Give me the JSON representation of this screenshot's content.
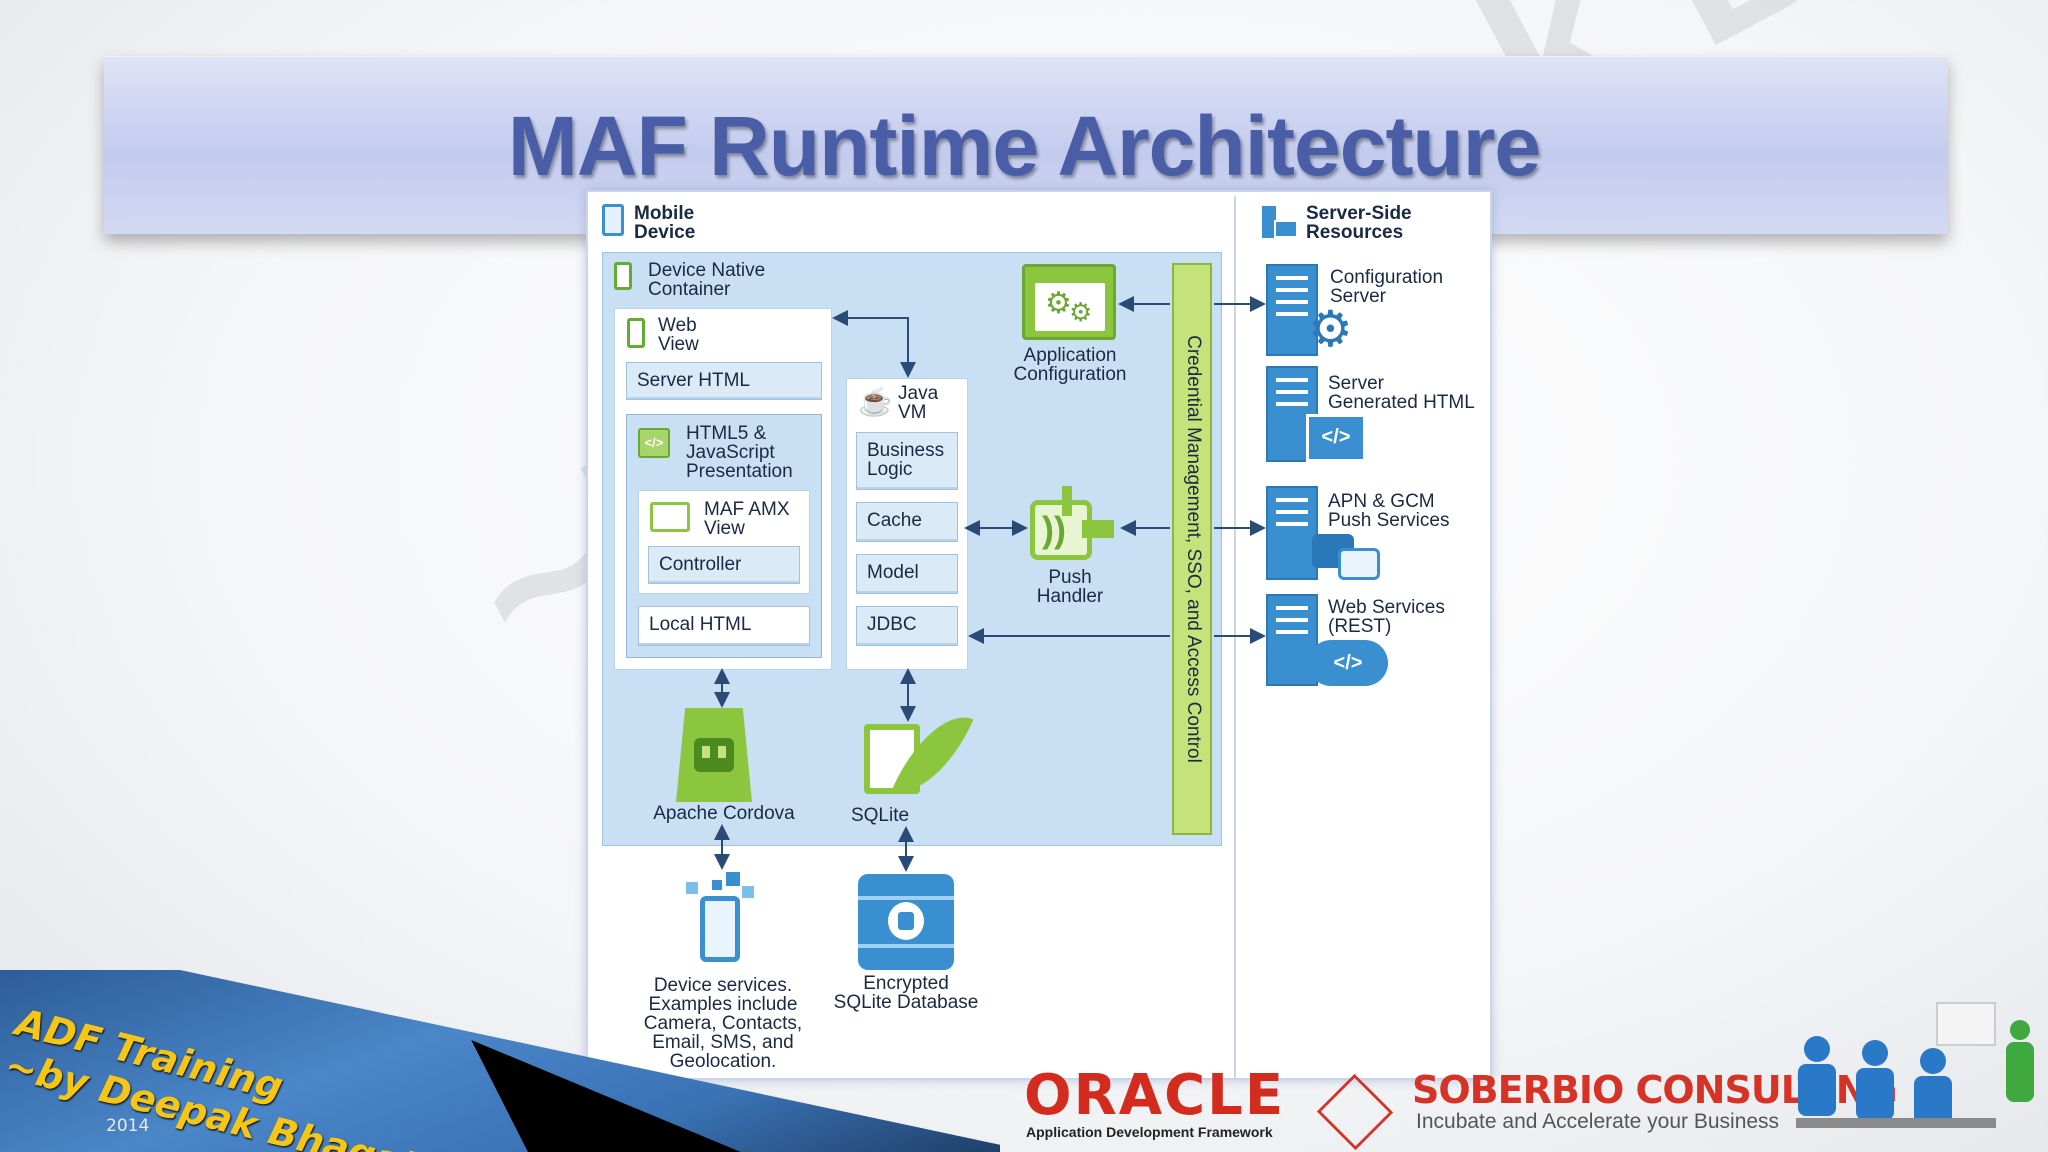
{
  "slide": {
    "title": "MAF Runtime Architecture",
    "watermark": "~by Deepak Bhagat"
  },
  "diagram": {
    "mobile_device": "Mobile\nDevice",
    "server_side": "Server-Side\nResources",
    "native_container": "Device Native\nContainer",
    "web_view": "Web\nView",
    "server_html": "Server HTML",
    "html5": "HTML5 &\nJavaScript\nPresentation",
    "maf_amx": "MAF AMX\nView",
    "controller": "Controller",
    "local_html": "Local HTML",
    "java_vm": "Java\nVM",
    "business_logic": "Business\nLogic",
    "cache": "Cache",
    "model": "Model",
    "jdbc": "JDBC",
    "app_config": "Application\nConfiguration",
    "push_handler": "Push\nHandler",
    "credential": "Credential Management, SSO, and Access Control",
    "apache_cordova": "Apache Cordova",
    "sqlite": "SQLite",
    "device_services": "Device services.\nExamples include\nCamera, Contacts,\nEmail, SMS, and\nGeolocation.",
    "encrypted_db": "Encrypted\nSQLite Database",
    "config_server": "Configuration\nServer",
    "server_gen_html": "Server\nGenerated HTML",
    "apn_gcm": "APN & GCM\nPush Services",
    "web_services": "Web Services\n(REST)"
  },
  "footer": {
    "training": "ADF Training\n~by Deepak Bhagat",
    "year": "2014",
    "oracle": "ORACLE",
    "oracle_sub": "Application Development Framework",
    "company": "SOBERBIO CONSULTING",
    "company_tag": "Incubate and Accelerate your Business"
  },
  "colors": {
    "title": "#4a5ea8",
    "panel_blue": "#c9e0f4",
    "green_accent": "#8cc63f",
    "arrow": "#2a4a78",
    "oracle_red": "#d32b1d"
  }
}
